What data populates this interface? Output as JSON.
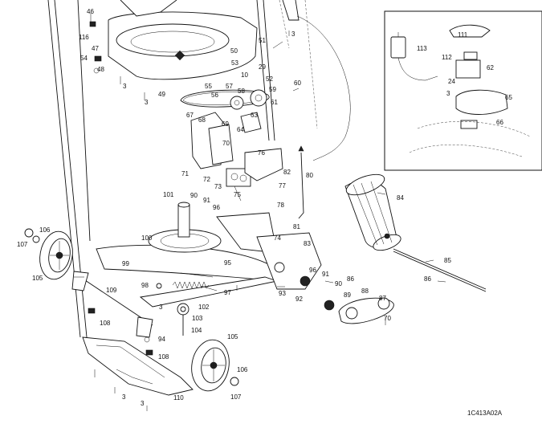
{
  "drawing_code": "1C413A02A",
  "callouts": [
    "46",
    "116",
    "47",
    "54",
    "48",
    "3",
    "49",
    "50",
    "51",
    "53",
    "29",
    "10",
    "52",
    "57",
    "55",
    "56",
    "58",
    "59",
    "61",
    "60",
    "67",
    "68",
    "69",
    "63",
    "64",
    "70",
    "76",
    "71",
    "72",
    "73",
    "75",
    "77",
    "82",
    "80",
    "101",
    "90",
    "91",
    "96",
    "78",
    "81",
    "74",
    "84",
    "100",
    "99",
    "95",
    "97",
    "98",
    "83",
    "96",
    "91",
    "90",
    "86",
    "88",
    "89",
    "87",
    "70",
    "92",
    "93",
    "85",
    "86",
    "106",
    "107",
    "105",
    "109",
    "108",
    "102",
    "103",
    "104",
    "94",
    "108",
    "105",
    "106",
    "107",
    "110",
    "111",
    "113",
    "112",
    "62",
    "24",
    "65",
    "66"
  ]
}
